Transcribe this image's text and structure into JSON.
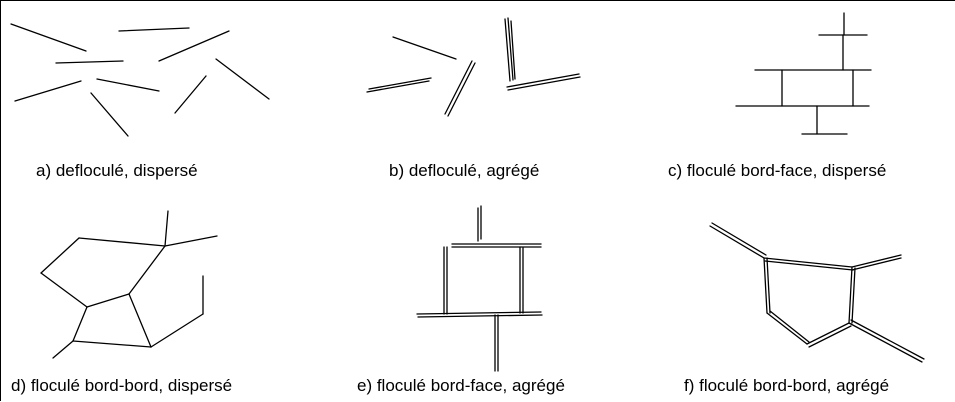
{
  "captions": {
    "a": "a) defloculé, dispersé",
    "b": "b) defloculé, agrégé",
    "c": "c) floculé bord-face, dispersé",
    "d": "d) floculé bord-bord, dispersé",
    "e": "e) floculé bord-face, agrégé",
    "f": "f) floculé bord-bord, agrégé"
  },
  "colors": {
    "line": "#000000",
    "background": "#ffffff"
  }
}
